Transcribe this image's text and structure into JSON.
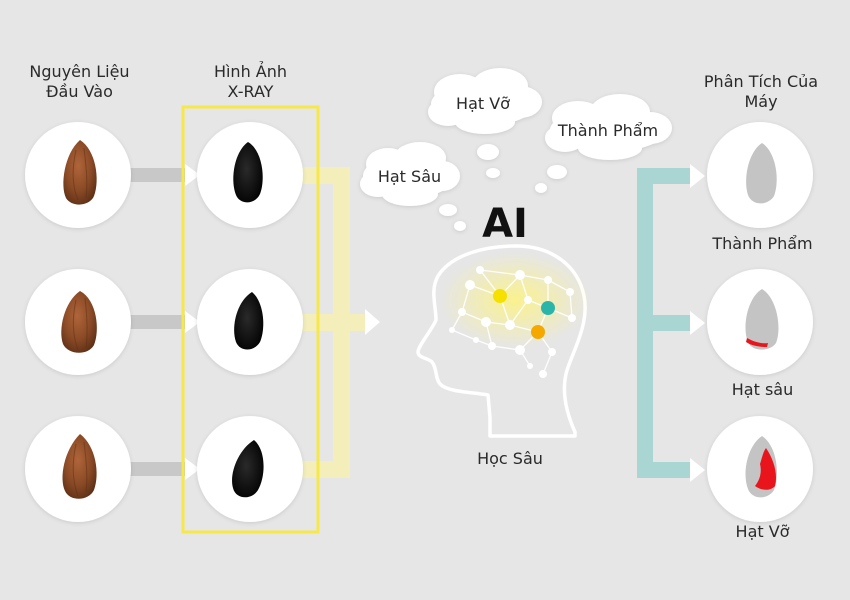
{
  "columns": {
    "input_title": "Nguyên Liệu\nĐầu Vào",
    "xray_title": "Hình Ảnh\nX-RAY",
    "analysis_title": "Phân Tích Của\nMáy"
  },
  "center": {
    "ai_label": "AI",
    "model_label": "Học Sâu",
    "thoughts": [
      "Hạt Vỡ",
      "Thành Phẩm",
      "Hạt Sâu"
    ]
  },
  "results": [
    "Thành Phẩm",
    "Hạt sâu",
    "Hạt Vỡ"
  ],
  "colors": {
    "background": "#e6e6e6",
    "xray_frame": "#f7e84a",
    "flow_to_ai": "#f4eebb",
    "flow_from_ai": "#a9d6d3",
    "input_arrow": "#c8c8c8",
    "defect": "#e8161c",
    "node_yellow": "#f5e000",
    "node_teal": "#2bb5a8",
    "node_orange": "#f5a800"
  },
  "icons": [
    "almond-icon",
    "xray-kernel-icon",
    "brain-network-icon",
    "analysis-kernel-icon",
    "thought-cloud-icon"
  ]
}
